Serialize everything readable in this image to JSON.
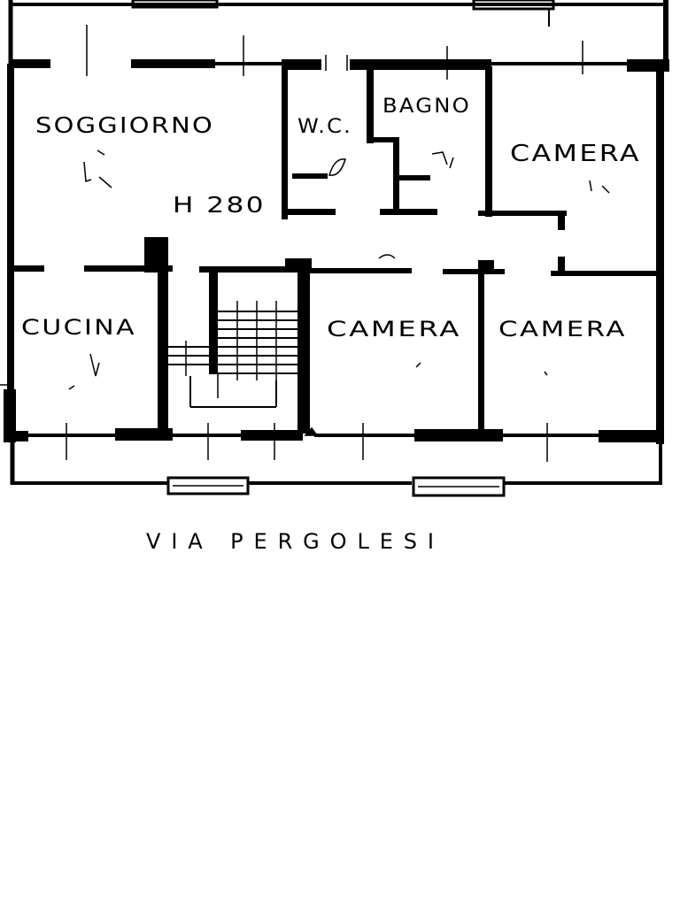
{
  "rooms": {
    "soggiorno": "SOGGIORNO",
    "wc": "W.C.",
    "bagno": "BAGNO",
    "camera_top_right": "CAMERA",
    "height_note": "H 280",
    "cucina": "CUCINA",
    "camera_center": "CAMERA",
    "camera_right": "CAMERA"
  },
  "street": "VIA PERGOLESI",
  "colors": {
    "ink": "#000000",
    "paper": "#ffffff"
  }
}
